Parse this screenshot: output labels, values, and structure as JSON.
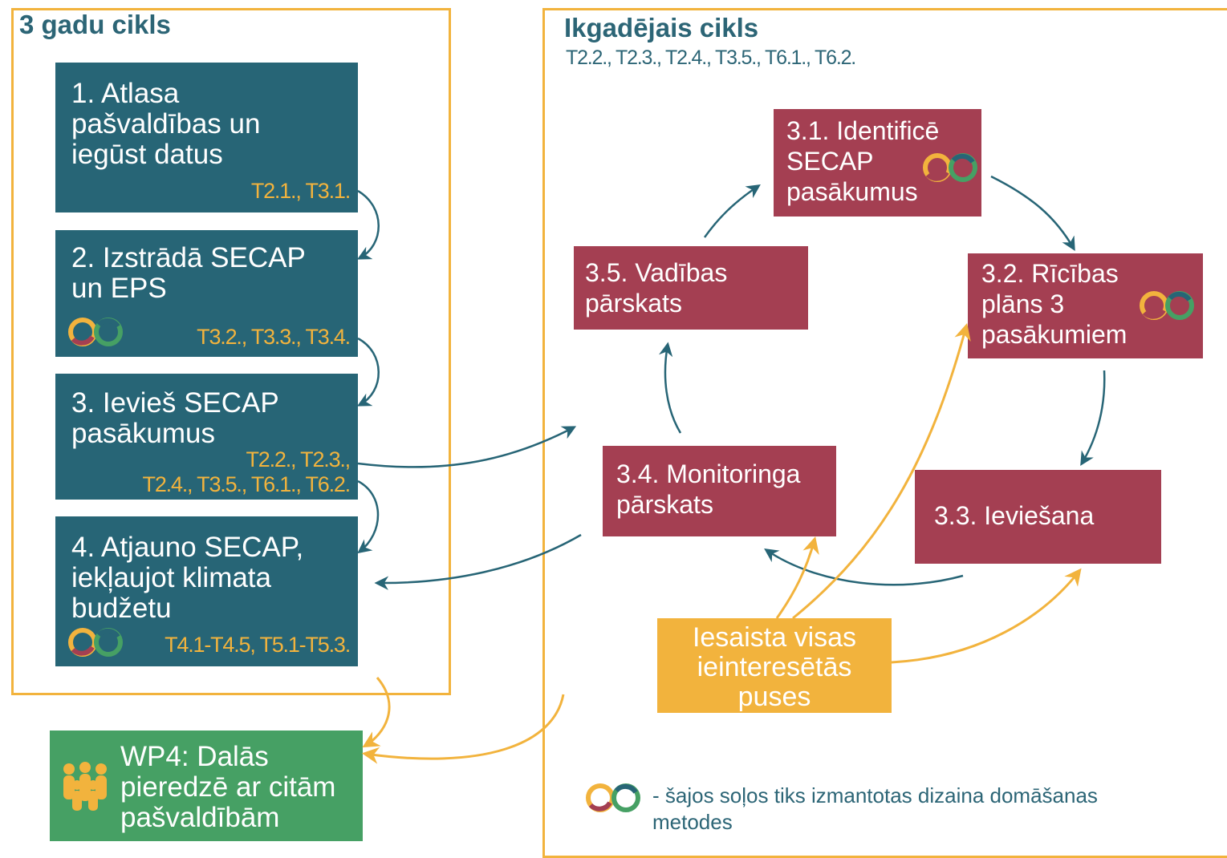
{
  "three_year": {
    "title": "3 gadu cikls",
    "steps": [
      {
        "label": "1. Atlasa\npašvaldības un\niegūst datus",
        "codes": "T2.1., T3.1."
      },
      {
        "label": "2. Izstrādā SECAP\nun EPS",
        "codes": "T3.2., T3.3., T3.4."
      },
      {
        "label": "3. Ievieš SECAP\npasākumus",
        "codes": "T2.2., T2.3.,\nT2.4., T3.5., T6.1., T6.2."
      },
      {
        "label": "4. Atjauno SECAP,\niekļaujot klimata\nbudžetu",
        "codes": "T4.1-T4.5, T5.1-T5.3."
      }
    ]
  },
  "annual": {
    "title": "Ikgadējais cikls",
    "subtitle": "T2.2., T2.3., T2.4., T3.5., T6.1., T6.2.",
    "steps": {
      "s31": "3.1. Identificē\nSECAP\npasākumus",
      "s32": "3.2. Rīcības\nplāns 3\npasākumiem",
      "s33": "3.3. Ieviešana",
      "s34": "3.4. Monitoringa\npārskats",
      "s35": "3.5. Vadības\npārskats"
    },
    "stakeholders": "Iesaista visas\nieinteresētās\npuses"
  },
  "wp4": {
    "label": "WP4: Dalās\npieredzē ar citām\npašvaldībām",
    "icon": "people-icon"
  },
  "legend": {
    "text": "- šajos soļos tiks izmantotas dizaina domāšanas metodes",
    "icon": "design-thinking-icon"
  },
  "colors": {
    "teal": "#276576",
    "red": "#a43f52",
    "orange": "#f2b33d",
    "green": "#46a064"
  }
}
